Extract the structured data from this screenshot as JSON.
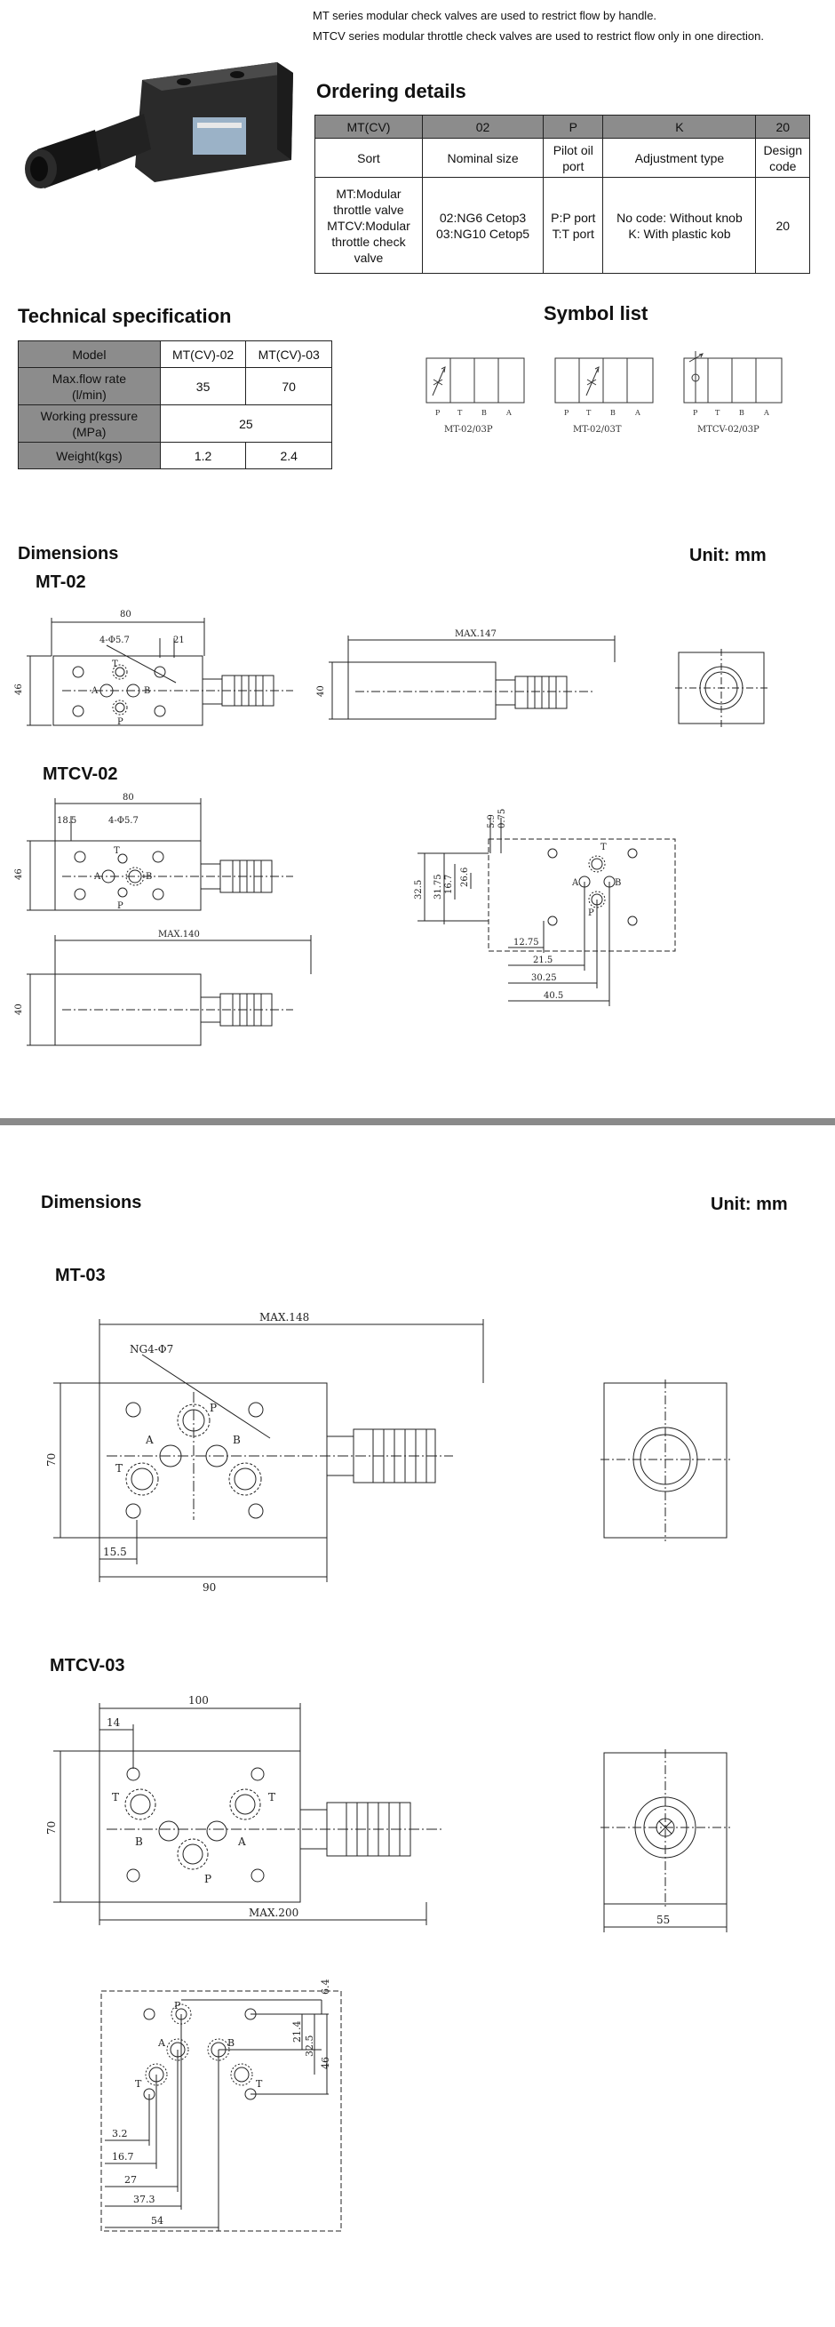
{
  "intro": {
    "line1": "MT series modular check valves are used to restrict flow by handle.",
    "line2": "MTCV series modular throttle check valves are used to restrict flow only in one direction."
  },
  "ordering": {
    "title": "Ordering details",
    "header": [
      "MT(CV)",
      "02",
      "P",
      "K",
      "20"
    ],
    "labels": [
      "Sort",
      "Nominal size",
      "Pilot oil port",
      "Adjustment type",
      "Design code"
    ],
    "sort": [
      "MT:Modular",
      "throttle valve",
      "MTCV:Modular",
      "throttle check",
      "valve"
    ],
    "size": [
      "02:NG6 Cetop3",
      "03:NG10 Cetop5"
    ],
    "port": [
      "P:P port",
      "T:T port"
    ],
    "adjust": [
      "No code: Without knob",
      "K: With plastic kob"
    ],
    "design": "20"
  },
  "tech": {
    "title": "Technical specification",
    "col_model": "Model",
    "col_02": "MT(CV)-02",
    "col_03": "MT(CV)-03",
    "flow_label_1": "Max.flow rate",
    "flow_label_2": "(l/min)",
    "flow_02": "35",
    "flow_03": "70",
    "press_label_1": "Working pressure",
    "press_label_2": "(MPa)",
    "press": "25",
    "weight_label": "Weight(kgs)",
    "weight_02": "1.2",
    "weight_03": "2.4"
  },
  "symbols": {
    "title": "Symbol list",
    "ports": [
      "P",
      "T",
      "B",
      "A"
    ],
    "s1": "MT-02/03P",
    "s2": "MT-02/03T",
    "s3": "MTCV-02/03P"
  },
  "dims1": {
    "title": "Dimensions",
    "unit": "Unit: mm",
    "mt02": "MT-02",
    "mtcv02": "MTCV-02"
  },
  "dims2": {
    "title": "Dimensions",
    "unit": "Unit: mm",
    "mt03": "MT-03",
    "mtcv03": "MTCV-03"
  },
  "drawings": {
    "mt02_top": [
      "80",
      "4-Φ5.7",
      "21",
      "46",
      "T",
      "A",
      "B",
      "P"
    ],
    "mt02_side": [
      "MAX.147",
      "40"
    ],
    "mtcv02_top": [
      "80",
      "18.5",
      "4-Φ5.7",
      "46",
      "T",
      "A",
      "B",
      "P"
    ],
    "mtcv02_side": [
      "MAX.140",
      "40"
    ],
    "mtcv02_pattern": [
      "5.9",
      "0.75",
      "26.6",
      "16.7",
      "31.75",
      "32.5",
      "12.75",
      "21.5",
      "30.25",
      "40.5",
      "T",
      "A",
      "B",
      "P"
    ],
    "mt03_top": [
      "MAX.148",
      "NG4-Φ7",
      "70",
      "15.5",
      "90",
      "P",
      "A",
      "B",
      "T"
    ],
    "mtcv03_top": [
      "100",
      "14",
      "70",
      "MAX.200",
      "T",
      "B",
      "A",
      "P"
    ],
    "mtcv03_end": [
      "55"
    ],
    "mtcv03_pattern": [
      "6.4",
      "21.4",
      "32.5",
      "46",
      "3.2",
      "16.7",
      "27",
      "37.3",
      "54",
      "P",
      "A",
      "B",
      "T"
    ]
  }
}
